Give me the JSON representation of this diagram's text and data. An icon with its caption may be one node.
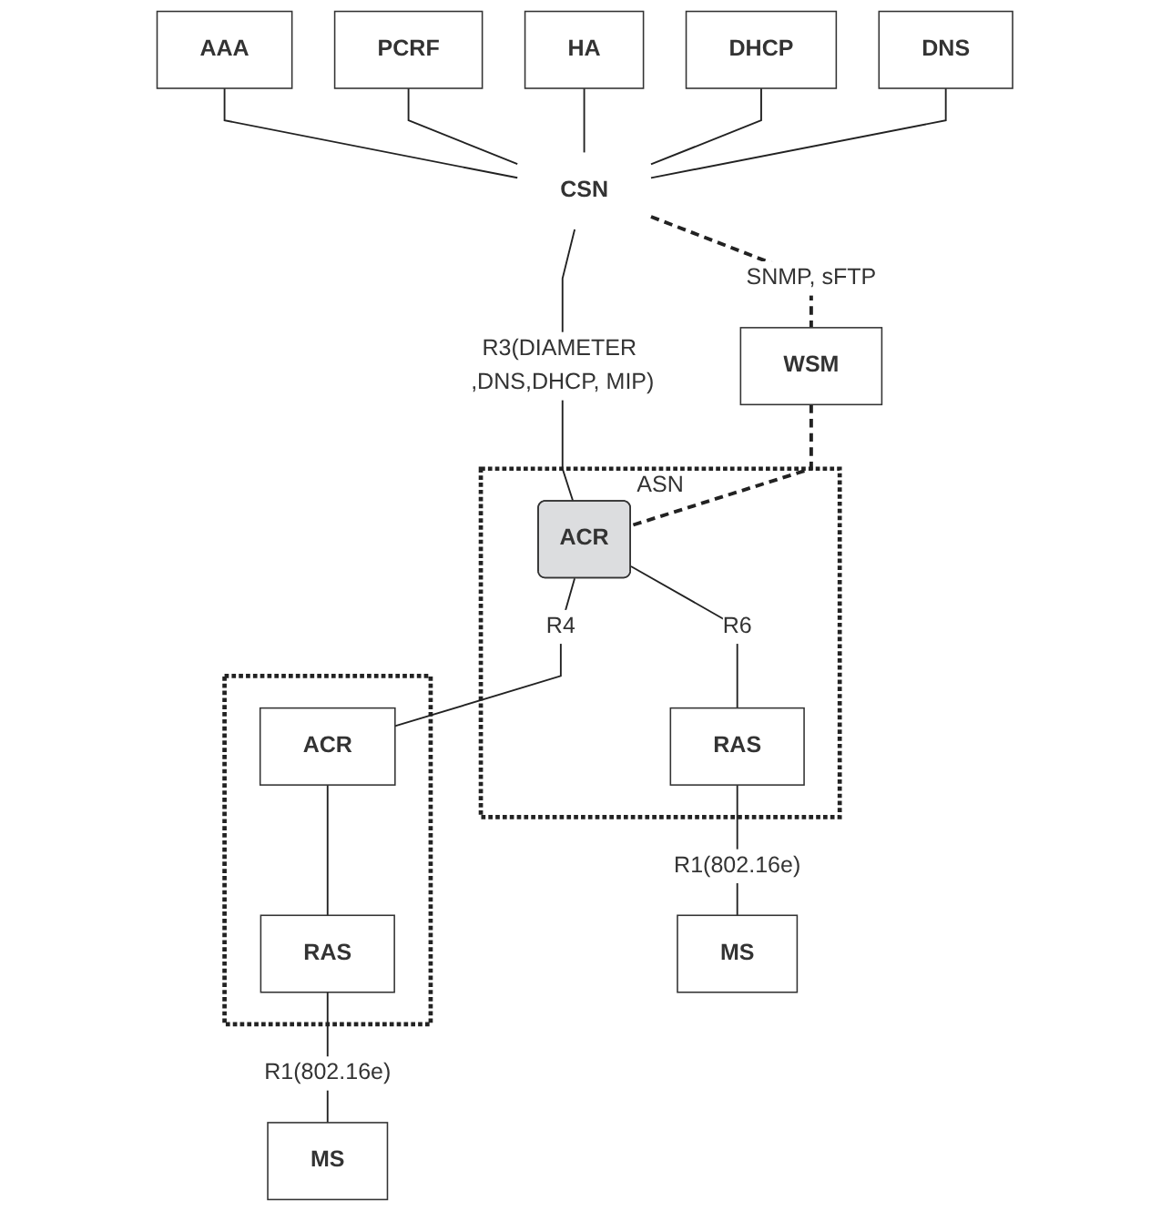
{
  "diagram": {
    "nodes": [
      {
        "text": [
          "AAA"
        ]
      },
      {
        "text": [
          "PCRF"
        ]
      },
      {
        "text": [
          "HA"
        ]
      },
      {
        "text": [
          "DHCP"
        ]
      },
      {
        "text": [
          "DNS"
        ]
      },
      {
        "text": [
          "CSN"
        ]
      },
      {
        "text": [
          "ASN"
        ]
      },
      {
        "text": [
          "ACR"
        ],
        "in": 6
      },
      {
        "text": [
          "RAS"
        ],
        "in": 6
      },
      {
        "text": [],
        "shape": "box"
      },
      {
        "text": [
          "ACR"
        ],
        "in": 9
      },
      {
        "text": [
          "RAS"
        ],
        "in": 9
      },
      {
        "text": [
          "WSM"
        ]
      },
      {
        "text": [
          "MS"
        ]
      },
      {
        "text": [
          "MS"
        ]
      }
    ],
    "edges": [
      {
        "from": 0,
        "to": 5,
        "arrow": "none"
      },
      {
        "from": 1,
        "to": 5,
        "arrow": "none"
      },
      {
        "from": 2,
        "to": 5,
        "arrow": "none"
      },
      {
        "from": 3,
        "to": 5,
        "arrow": "none"
      },
      {
        "from": 4,
        "to": 5,
        "arrow": "none"
      },
      {
        "from": 5,
        "to": 12,
        "arrow": "none",
        "label": "SNMP, sFTP",
        "style": "dashed"
      },
      {
        "from": 5,
        "to": 7,
        "arrow": "none",
        "label": "R3(DIAMETER ,DNS,DHCP, MIP)"
      },
      {
        "from": 12,
        "to": 7,
        "arrow": "none",
        "style": "dashed"
      },
      {
        "from": 7,
        "to": 10,
        "arrow": "none",
        "label": "R4"
      },
      {
        "from": 7,
        "to": 8,
        "arrow": "none",
        "label": "R6"
      },
      {
        "from": 10,
        "to": 11,
        "arrow": "none"
      },
      {
        "from": 8,
        "to": 13,
        "arrow": "none",
        "label": "R1(802.16e)"
      },
      {
        "from": 11,
        "to": 14,
        "arrow": "none",
        "label": "R1(802.16e)"
      }
    ]
  }
}
